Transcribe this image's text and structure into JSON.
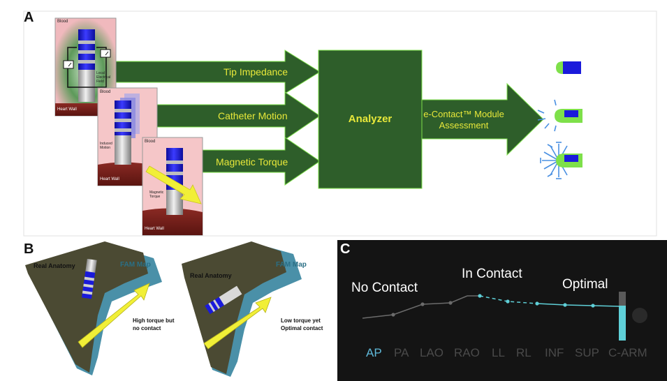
{
  "panel_a": {
    "letter": "A",
    "card1": {
      "blood": "Blood",
      "heart_wall": "Heart Wall",
      "field_label": [
        "Local",
        "Electrical",
        "Field"
      ]
    },
    "card2": {
      "blood": "Blood",
      "heart_wall": "Heart Wall",
      "motion_label": [
        "Induced",
        "Motion"
      ]
    },
    "card3": {
      "blood": "Blood",
      "heart_wall": "Heart Wall",
      "torque_label": [
        "Magnetic",
        "Torque"
      ]
    },
    "arrows": [
      "Tip Impedance",
      "Catheter Motion",
      "Magnetic Torque"
    ],
    "analyzer": "Analyzer",
    "output": [
      "e-Contact™ Module",
      "Assessment"
    ],
    "colors": {
      "arrow": "#2e5e2a",
      "arrow_text": "#e8e83a",
      "catheter": "#1a1adb",
      "tip_green": "#7ee04a"
    }
  },
  "panel_b": {
    "letter": "B",
    "left": {
      "anatomy": "Real Anatomy",
      "map": "FAM Map",
      "note": [
        "High torque but",
        "no contact"
      ]
    },
    "right": {
      "anatomy": "Real Anatomy",
      "map": "FAM Map",
      "note": [
        "Low torque yet",
        "Optimal contact"
      ]
    }
  },
  "panel_c": {
    "letter": "C",
    "states": [
      "No Contact",
      "In Contact",
      "Optimal"
    ],
    "tabs": [
      "AP",
      "PA",
      "LAO",
      "RAO",
      "LL",
      "RL",
      "INF",
      "SUP",
      "C-ARM"
    ],
    "active_tab": "AP",
    "colors": {
      "accent": "#5fd0d8",
      "inactive": "#4a4a4a"
    }
  }
}
